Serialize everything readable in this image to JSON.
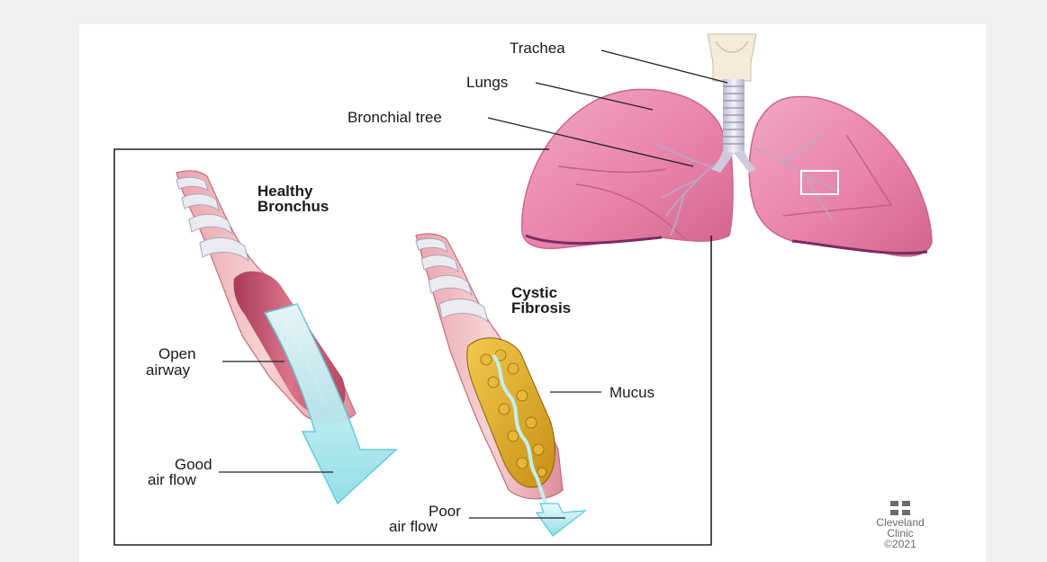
{
  "labels": {
    "trachea": "Trachea",
    "lungs": "Lungs",
    "bronchial_tree": "Bronchial tree",
    "healthy_bronchus_1": "Healthy",
    "healthy_bronchus_2": "Bronchus",
    "cystic_fibrosis_1": "Cystic",
    "cystic_fibrosis_2": "Fibrosis",
    "open_airway_1": "Open",
    "open_airway_2": "airway",
    "good_air_flow_1": "Good",
    "good_air_flow_2": "air flow",
    "mucus": "Mucus",
    "poor_air_flow_1": "Poor",
    "poor_air_flow_2": "air flow"
  },
  "brand": {
    "logo_icon": "cleveland-clinic-logo",
    "name_1": "Cleveland",
    "name_2": "Clinic",
    "copyright": "©2021"
  },
  "colors": {
    "lung": "#e77fa6",
    "bronchus_outer": "#ecb4b8",
    "ring": "#e8e6ee",
    "lumen": "#c8566e",
    "airflow": "#9fe3ea",
    "mucus": "#d9a92a"
  }
}
